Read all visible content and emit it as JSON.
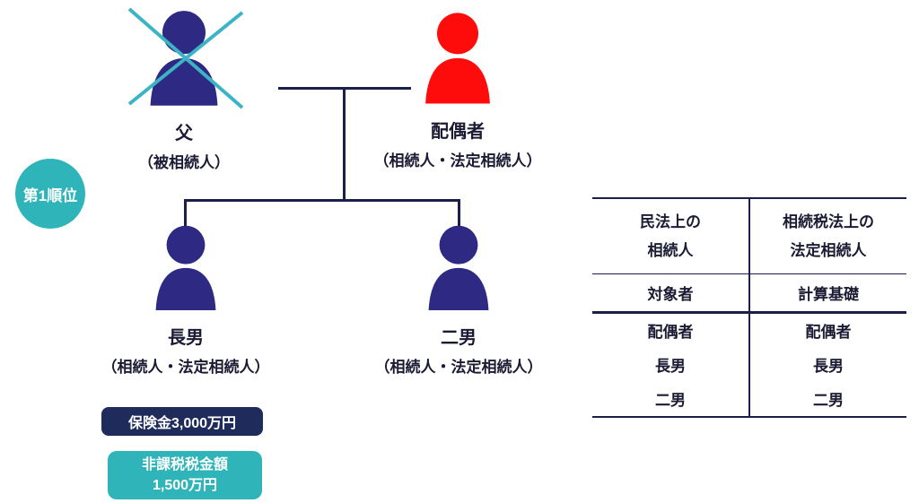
{
  "colors": {
    "navy": "#2e2a84",
    "red": "#fe0c0c",
    "teal": "#2fb5b9",
    "cross": "#3cb4c6",
    "dark_navy_badge": "#1f2b5b",
    "line": "#1b1f4a",
    "text": "#1a1a33"
  },
  "rank_badge": {
    "label": "第1順位"
  },
  "family": {
    "father": {
      "name": "父",
      "role": "（被相続人）"
    },
    "spouse": {
      "name": "配偶者",
      "role": "（相続人・法定相続人）"
    },
    "eldest_son": {
      "name": "長男",
      "role": "（相続人・法定相続人）"
    },
    "second_son": {
      "name": "二男",
      "role": "（相続人・法定相続人）"
    }
  },
  "badges": {
    "insurance": {
      "label": "保険金3,000万円"
    },
    "tax_exempt": {
      "line1": "非課税税金額",
      "line2": "1,500万円"
    }
  },
  "table": {
    "col1": {
      "header_line1": "民法上の",
      "header_line2": "相続人",
      "sub_header": "対象者",
      "rows": [
        "配偶者",
        "長男",
        "二男"
      ]
    },
    "col2": {
      "header_line1": "相続税法上の",
      "header_line2": "法定相続人",
      "sub_header": "計算基礎",
      "rows": [
        "配偶者",
        "長男",
        "二男"
      ]
    }
  }
}
